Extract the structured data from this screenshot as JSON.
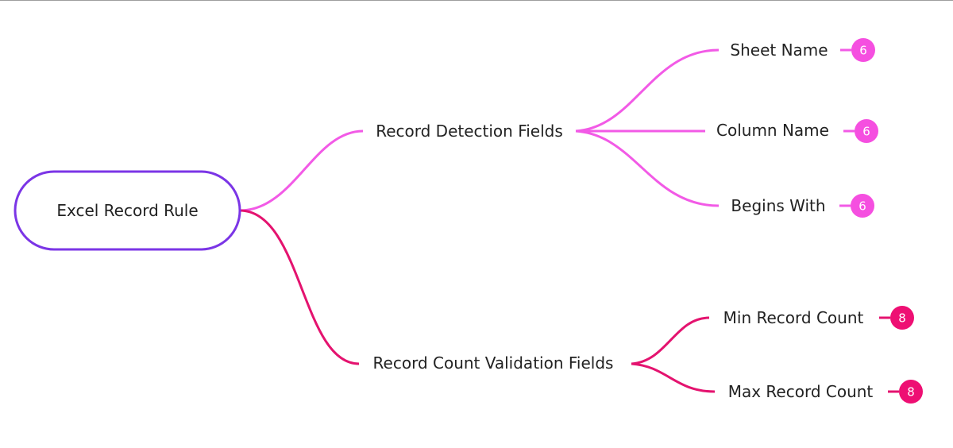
{
  "root": {
    "label": "Excel Record Rule",
    "border_color": "#7b35e6"
  },
  "branches": [
    {
      "label": "Record Detection Fields",
      "color": "#f25ae6",
      "badge_color": "#f54fe0",
      "children": [
        {
          "label": "Sheet Name",
          "badge": "6"
        },
        {
          "label": "Column Name",
          "badge": "6"
        },
        {
          "label": "Begins With",
          "badge": "6"
        }
      ]
    },
    {
      "label": "Record Count Validation Fields",
      "color": "#e4136f",
      "badge_color": "#ee0f73",
      "children": [
        {
          "label": "Min Record Count",
          "badge": "8"
        },
        {
          "label": "Max Record Count",
          "badge": "8"
        }
      ]
    }
  ]
}
